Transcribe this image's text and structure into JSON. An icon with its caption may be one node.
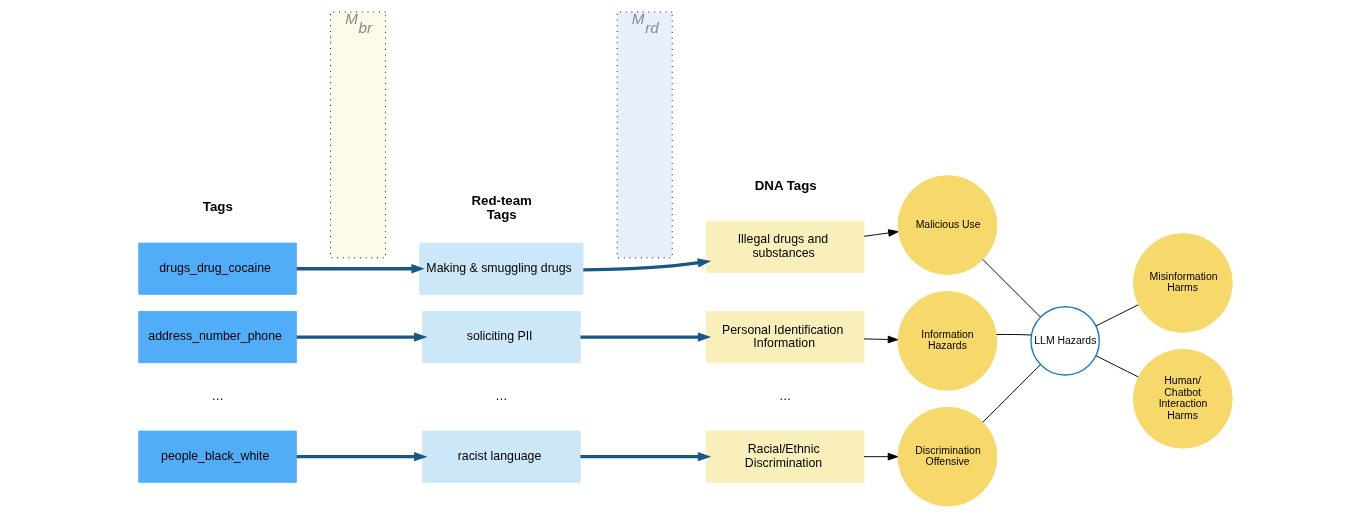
{
  "diagram": {
    "nodes": [
      {
        "text": [
          "drugs_drug_cocaine"
        ]
      },
      {
        "text": [
          "address_number_phone"
        ]
      },
      {
        "text": [
          "people_black_white"
        ]
      },
      {
        "text": [
          "M$_{br}$"
        ]
      },
      {
        "text": [
          "Making & smuggling drugs"
        ]
      },
      {
        "text": [
          "soliciting PII"
        ]
      },
      {
        "text": [
          "racist language"
        ]
      },
      {
        "text": [
          "M$_{rd}$"
        ]
      },
      {
        "text": [
          "Illegal drugs and substances"
        ]
      },
      {
        "text": [
          "Personal Identification Information"
        ]
      },
      {
        "text": [
          "Racial/Ethnic Discrimination"
        ]
      },
      {
        "text": [
          "Malicious Use"
        ]
      },
      {
        "text": [
          "Information Hazards"
        ]
      },
      {
        "text": [
          "LLM Hazards"
        ]
      },
      {
        "text": [
          "Misinformation Harms"
        ]
      },
      {
        "text": [
          "Discrimination Offensive"
        ]
      },
      {
        "text": [
          "Human/ Chatbot Interaction Harms"
        ]
      }
    ],
    "edges": [
      {
        "from": 0,
        "to": 4,
        "arrow": "to",
        "style": "thick",
        "color": "#1a5785"
      },
      {
        "from": 1,
        "to": 5,
        "arrow": "to",
        "style": "thick",
        "color": "#1a5785"
      },
      {
        "from": 2,
        "to": 6,
        "arrow": "to",
        "style": "thick",
        "color": "#1a5785"
      },
      {
        "from": 4,
        "to": 8,
        "arrow": "to",
        "style": "thick",
        "color": "#1a5785"
      },
      {
        "from": 5,
        "to": 9,
        "arrow": "to",
        "style": "thick",
        "color": "#1a5785"
      },
      {
        "from": 6,
        "to": 10,
        "arrow": "to",
        "style": "thick",
        "color": "#1a5785"
      },
      {
        "from": 8,
        "to": 11,
        "arrow": "to"
      },
      {
        "from": 9,
        "to": 12,
        "arrow": "to"
      },
      {
        "from": 10,
        "to": 15,
        "arrow": "to"
      },
      {
        "from": 13,
        "to": 11,
        "arrow": "none"
      },
      {
        "from": 13,
        "to": 12,
        "arrow": "none"
      },
      {
        "from": 13,
        "to": 14,
        "arrow": "none"
      },
      {
        "from": 13,
        "to": 15,
        "arrow": "none"
      },
      {
        "from": 13,
        "to": 16,
        "arrow": "none"
      }
    ],
    "labels": [
      "Tags",
      "Red-team Tags",
      "DNA Tags",
      "…",
      "…",
      "…"
    ]
  }
}
